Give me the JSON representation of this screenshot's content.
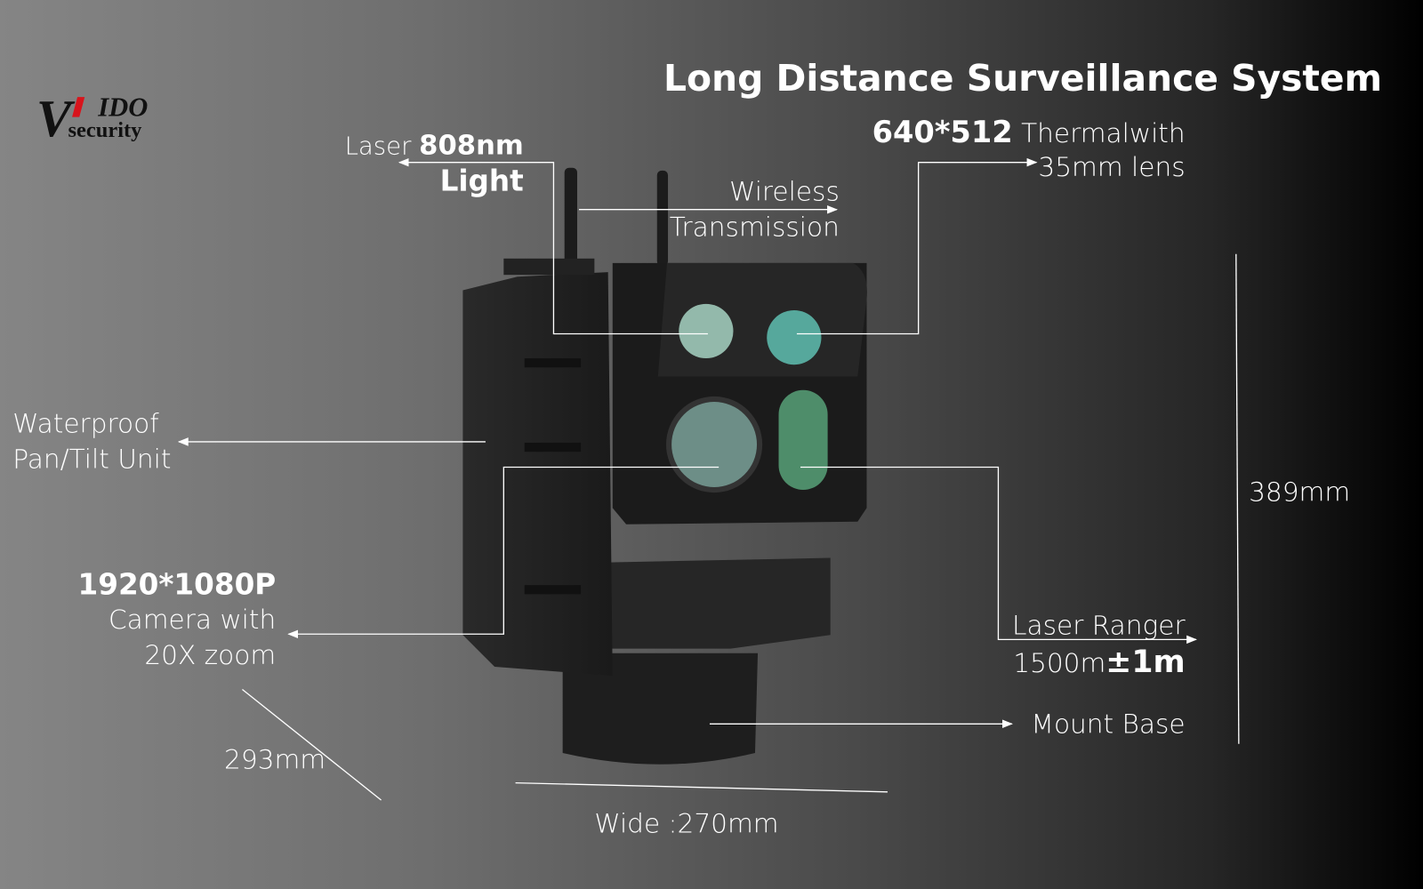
{
  "logo": {
    "text_v": "V",
    "text_ido": "IDO",
    "text_security": "security"
  },
  "title": "Long Distance Surveillance System",
  "callouts": {
    "laser": {
      "prefix": "Laser ",
      "value": "808nm",
      "line2": "Light"
    },
    "thermal": {
      "value": "640*512",
      "suffix": " Thermalwith",
      "line2": "35mm lens"
    },
    "wireless": {
      "line1": "Wireless",
      "line2": "Transmission"
    },
    "ptz": {
      "line1": "Waterproof",
      "line2": "Pan/Tilt Unit"
    },
    "camera": {
      "line1": "1920*1080P",
      "line2": "Camera with",
      "line3": "20X zoom"
    },
    "ranger": {
      "line1": "Laser Ranger",
      "line2_prefix": "1500m",
      "line2_value": "±1m"
    },
    "mount": {
      "label": "Mount Base"
    }
  },
  "dimensions": {
    "height": "389mm",
    "depth": "293mm",
    "width": "Wide :270mm"
  },
  "colors": {
    "lens_laser": "#93b9ab",
    "lens_thermal": "#56a89c",
    "lens_camera": "#6d8e87",
    "lens_ranger": "#4e8d6a"
  }
}
